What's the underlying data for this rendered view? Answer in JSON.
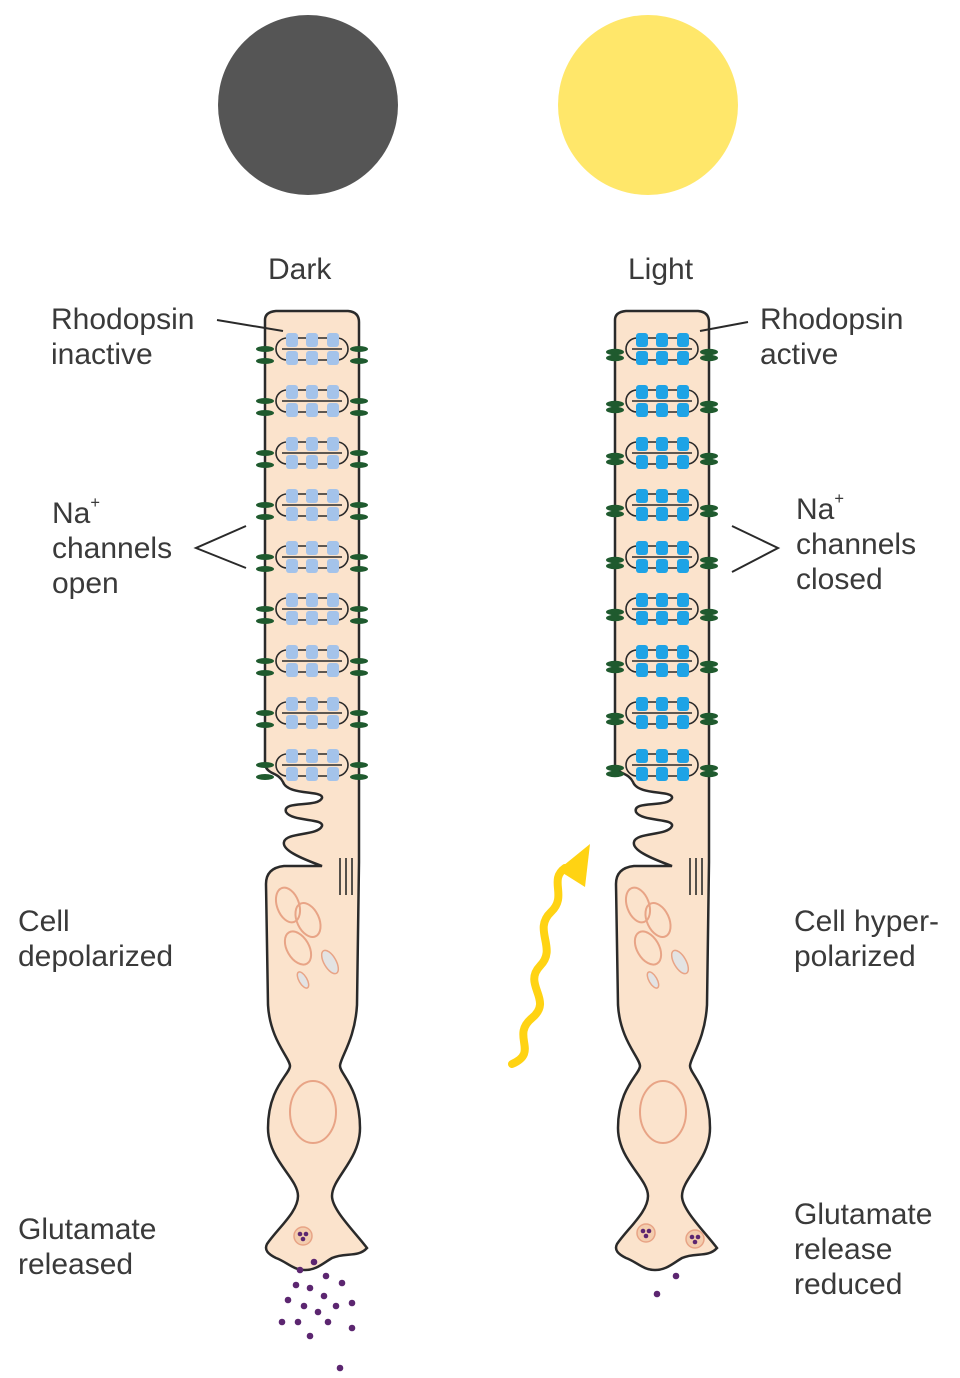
{
  "colors": {
    "dark_disc": "#555555",
    "light_disc": "#ffe76a",
    "cell_fill": "#fbe3cc",
    "outline": "#2a2a2a",
    "rhodopsin_inactive": "#a4c3ea",
    "rhodopsin_active": "#1ea3e6",
    "channel": "#1f5a2e",
    "organelle": "#e8a486",
    "vesicle_fill": "#f3cdae",
    "glutamate": "#5c2670",
    "photon": "#ffd313"
  },
  "icons": {
    "dark_disc": "dark-circle",
    "light_disc": "sun-circle",
    "photon": "wavy-arrow"
  },
  "panels": {
    "dark": {
      "title": "Dark",
      "rhodopsin": [
        "Rhodopsin",
        "inactive"
      ],
      "channels": {
        "ion": "Na",
        "charge": "+",
        "lines": [
          "channels",
          "open"
        ]
      },
      "cell_state": [
        "Cell",
        "depolarized"
      ],
      "glutamate": [
        "Glutamate",
        "released"
      ]
    },
    "light": {
      "title": "Light",
      "rhodopsin": [
        "Rhodopsin",
        "active"
      ],
      "channels": {
        "ion": "Na",
        "charge": "+",
        "lines": [
          "channels",
          "closed"
        ]
      },
      "cell_state": [
        "Cell hyper-",
        "polarized"
      ],
      "glutamate": [
        "Glutamate",
        "release",
        "reduced"
      ]
    }
  }
}
